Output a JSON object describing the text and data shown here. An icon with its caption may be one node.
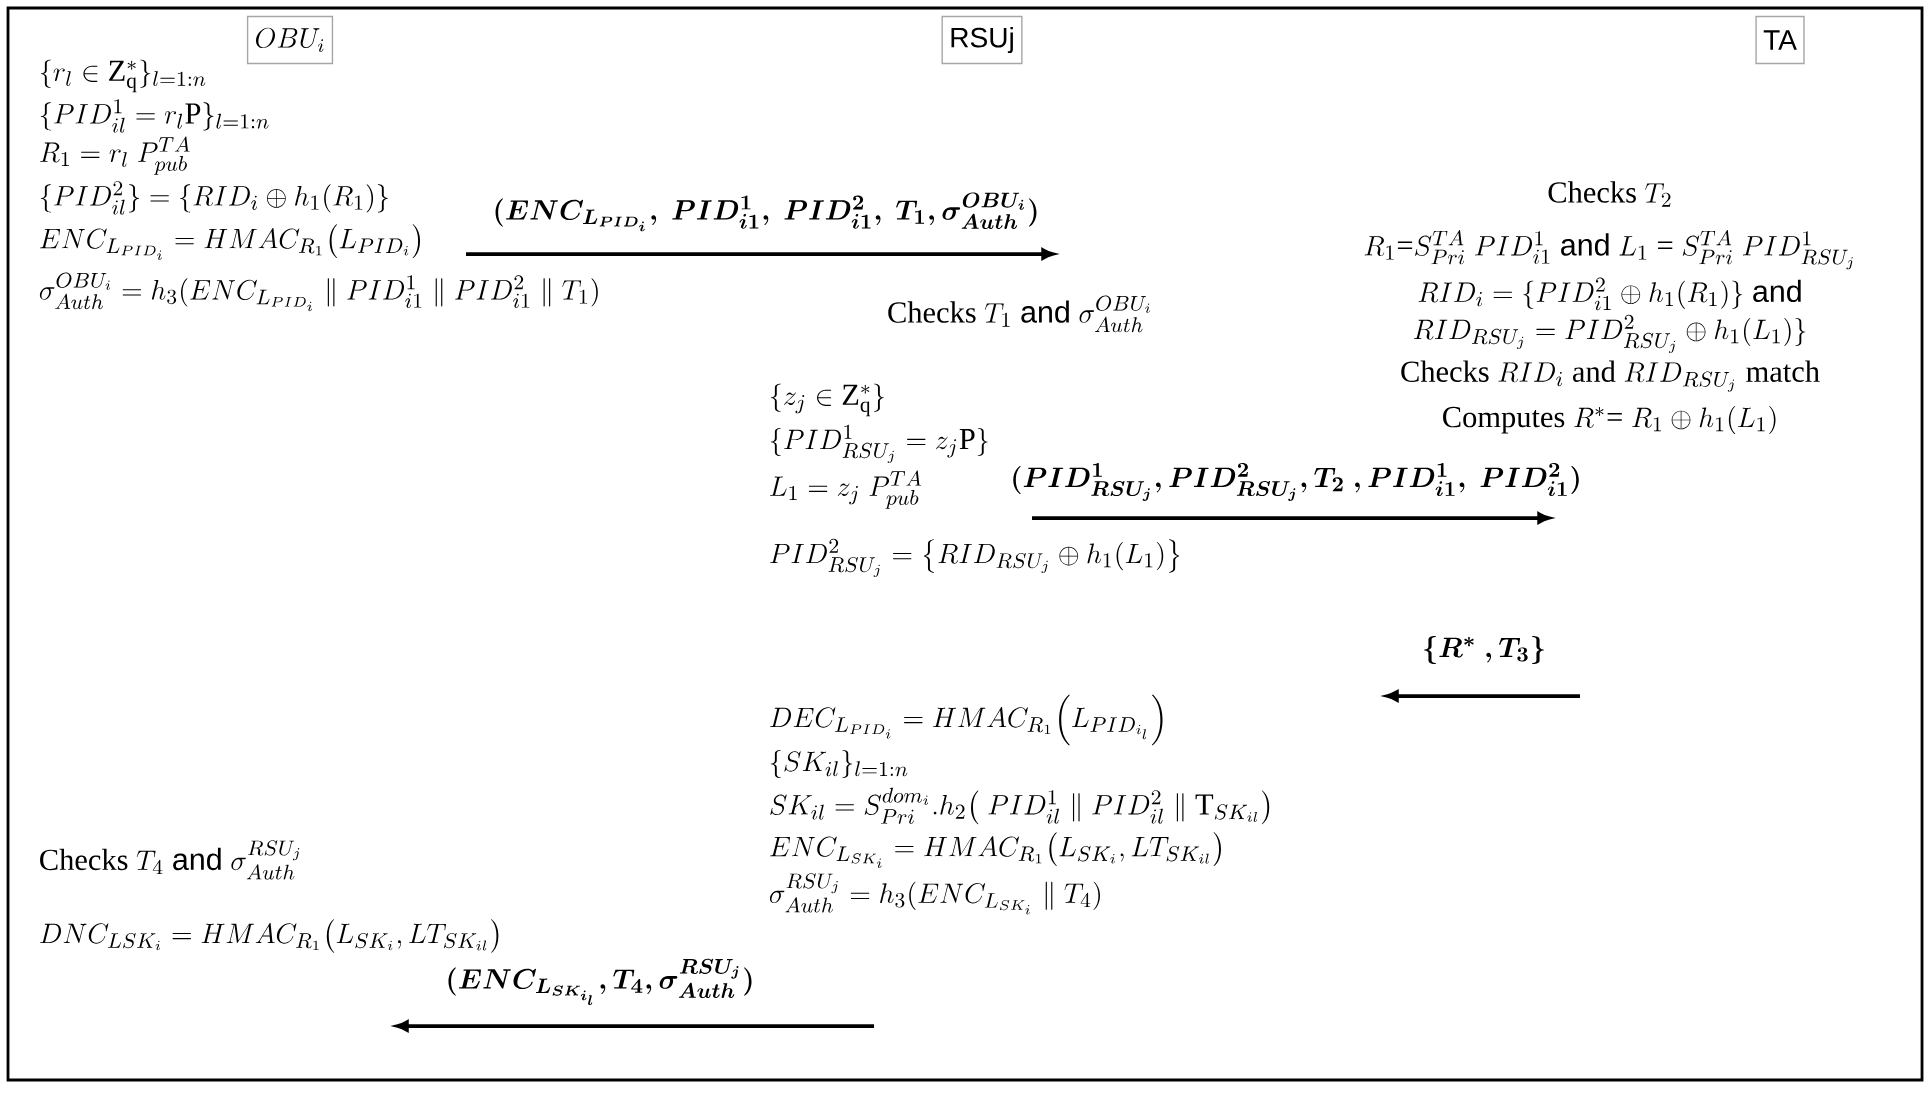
{
  "diagram": {
    "nodes": [
      {
        "text": [
          "OBU_i"
        ]
      },
      {
        "text": [
          "RSUj"
        ]
      },
      {
        "text": [
          "TA"
        ]
      }
    ],
    "labels": [
      "\\{r_l \\in \\mathrm{Z}^*_{\\mathrm{q}}\\}_{l=1:n}",
      "\\{PID^1_{il} = r_l \\mathrm{P}\\}_{l=1:n}",
      "R_1 = r_l\\ P^{TA}_{pub}",
      "\\{PID^2_{il}\\} = \\{RID_i \\oplus h_1(R_1)\\}",
      "ENC_{L_{PID_i}} = HMAC_{R_1}\\big(L_{PID_i}\\big)",
      "\\sigma^{OBU_i}_{Auth} = h_3(ENC_{L_{PID_i}} \\parallel PID^1_{i1} \\parallel PID^2_{i1} \\parallel T_1)",
      "(ENC_{L_{PID_i}},\\ PID^1_{i1},\\ PID^2_{i1},\\ T_1, \\sigma^{OBU_i}_{Auth})",
      "\\text{Checks } T_2",
      "R_1\\text{=}S^{TA}_{Pri}\\ PID^1_{i1} \\text{ \\textsf{and} } L_1 \\text{ = } S^{TA}_{Pri}\\ PID^1_{RSU_j}",
      "RID_i = \\{PID^2_{i1} \\oplus h_1(R_1)\\} \\text{ \\textsf{and}}",
      "RID_{RSU_j} = PID^2_{RSU_j} \\oplus h_1(L_1)\\}",
      "\\text{Checks } RID_i \\text{ and } RID_{RSU_j} \\text{ match}",
      "\\text{Computes } R^* \\text{= } R_1 \\oplus h_1(L_1)",
      "\\text{Checks } T_1 \\text{ \\textsf{and} } \\sigma^{OBU_i}_{Auth}",
      "\\{z_j \\in \\mathrm{Z}^*_{\\mathrm{q}}\\}",
      "\\{PID^1_{RSU_j} = z_j \\mathrm{P}\\}",
      "L_1 = z_j\\ P^{TA}_{pub}",
      "PID^2_{RSU_j} = \\big\\{RID_{RSU_j} \\oplus h_1(L_1)\\big\\}",
      "(PID^1_{RSU_j}, PID^2_{RSU_j}, T_2\\ , PID^1_{i1},\\ PID^2_{i1})",
      "\\{R^*\\ , \\boldsymbol{T_3}\\}",
      "DEC_{L_{PID_i}} = HMAC_{R_1}\\Big(L_{PID_{i_l}}\\Big)",
      "\\{SK_{il}\\}_{l=1:n}",
      "SK_{il} = S^{dom_i}_{Pri}.h_2\\big(\\ PID^1_{il} \\parallel PID^2_{il} \\parallel \\mathrm{T}_{SK_{il}}\\big)",
      "ENC_{L_{SK_i}} = HMAC_{R_1}\\big(L_{SK_i}, LT_{SK_{il}}\\big)",
      "\\sigma^{RSU_j}_{Auth} = h_3(ENC_{L_{SK_i}} \\parallel T_4)",
      "\\text{Checks } T_4 \\text{ \\textsf{and} } \\sigma^{RSU_j}_{Auth}",
      "DNC_{LSK_i} = HMAC_{R_1}\\big(L_{SK_i}, LT_{SK_{il}}\\big)",
      "(ENC_{L_{SK_{i_l}}}, T_4, \\sigma^{RSU_j}_{Auth})"
    ]
  }
}
